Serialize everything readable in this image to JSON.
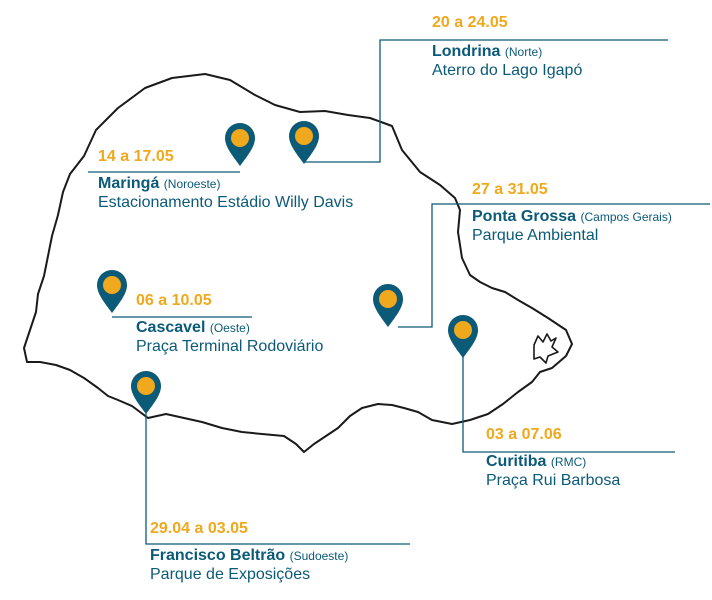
{
  "colors": {
    "date": "#F0A81C",
    "text": "#0B5A78",
    "pin": "#0B5A78",
    "pin_dot": "#F0A81C",
    "outline": "#1A1A1A",
    "line": "#0B5A78"
  },
  "events": [
    {
      "id": "londrina",
      "date": "20 a 24.05",
      "city": "Londrina",
      "region": "(Norte)",
      "place": "Aterro do Lago Igapó"
    },
    {
      "id": "maringa",
      "date": "14 a 17.05",
      "city": "Maringá",
      "region": "(Noroeste)",
      "place": "Estacionamento Estádio Willy Davis"
    },
    {
      "id": "ponta-grossa",
      "date": "27 a 31.05",
      "city": "Ponta Grossa",
      "region": "(Campos Gerais)",
      "place": "Parque Ambiental"
    },
    {
      "id": "cascavel",
      "date": "06 a 10.05",
      "city": "Cascavel",
      "region": "(Oeste)",
      "place": "Praça Terminal Rodoviário"
    },
    {
      "id": "curitiba",
      "date": "03 a 07.06",
      "city": "Curitiba",
      "region": "(RMC)",
      "place": "Praça Rui Barbosa"
    },
    {
      "id": "francisco-beltrao",
      "date": "29.04 a 03.05",
      "city": "Francisco Beltrão",
      "region": "(Sudoeste)",
      "place": "Parque de Exposições"
    }
  ]
}
